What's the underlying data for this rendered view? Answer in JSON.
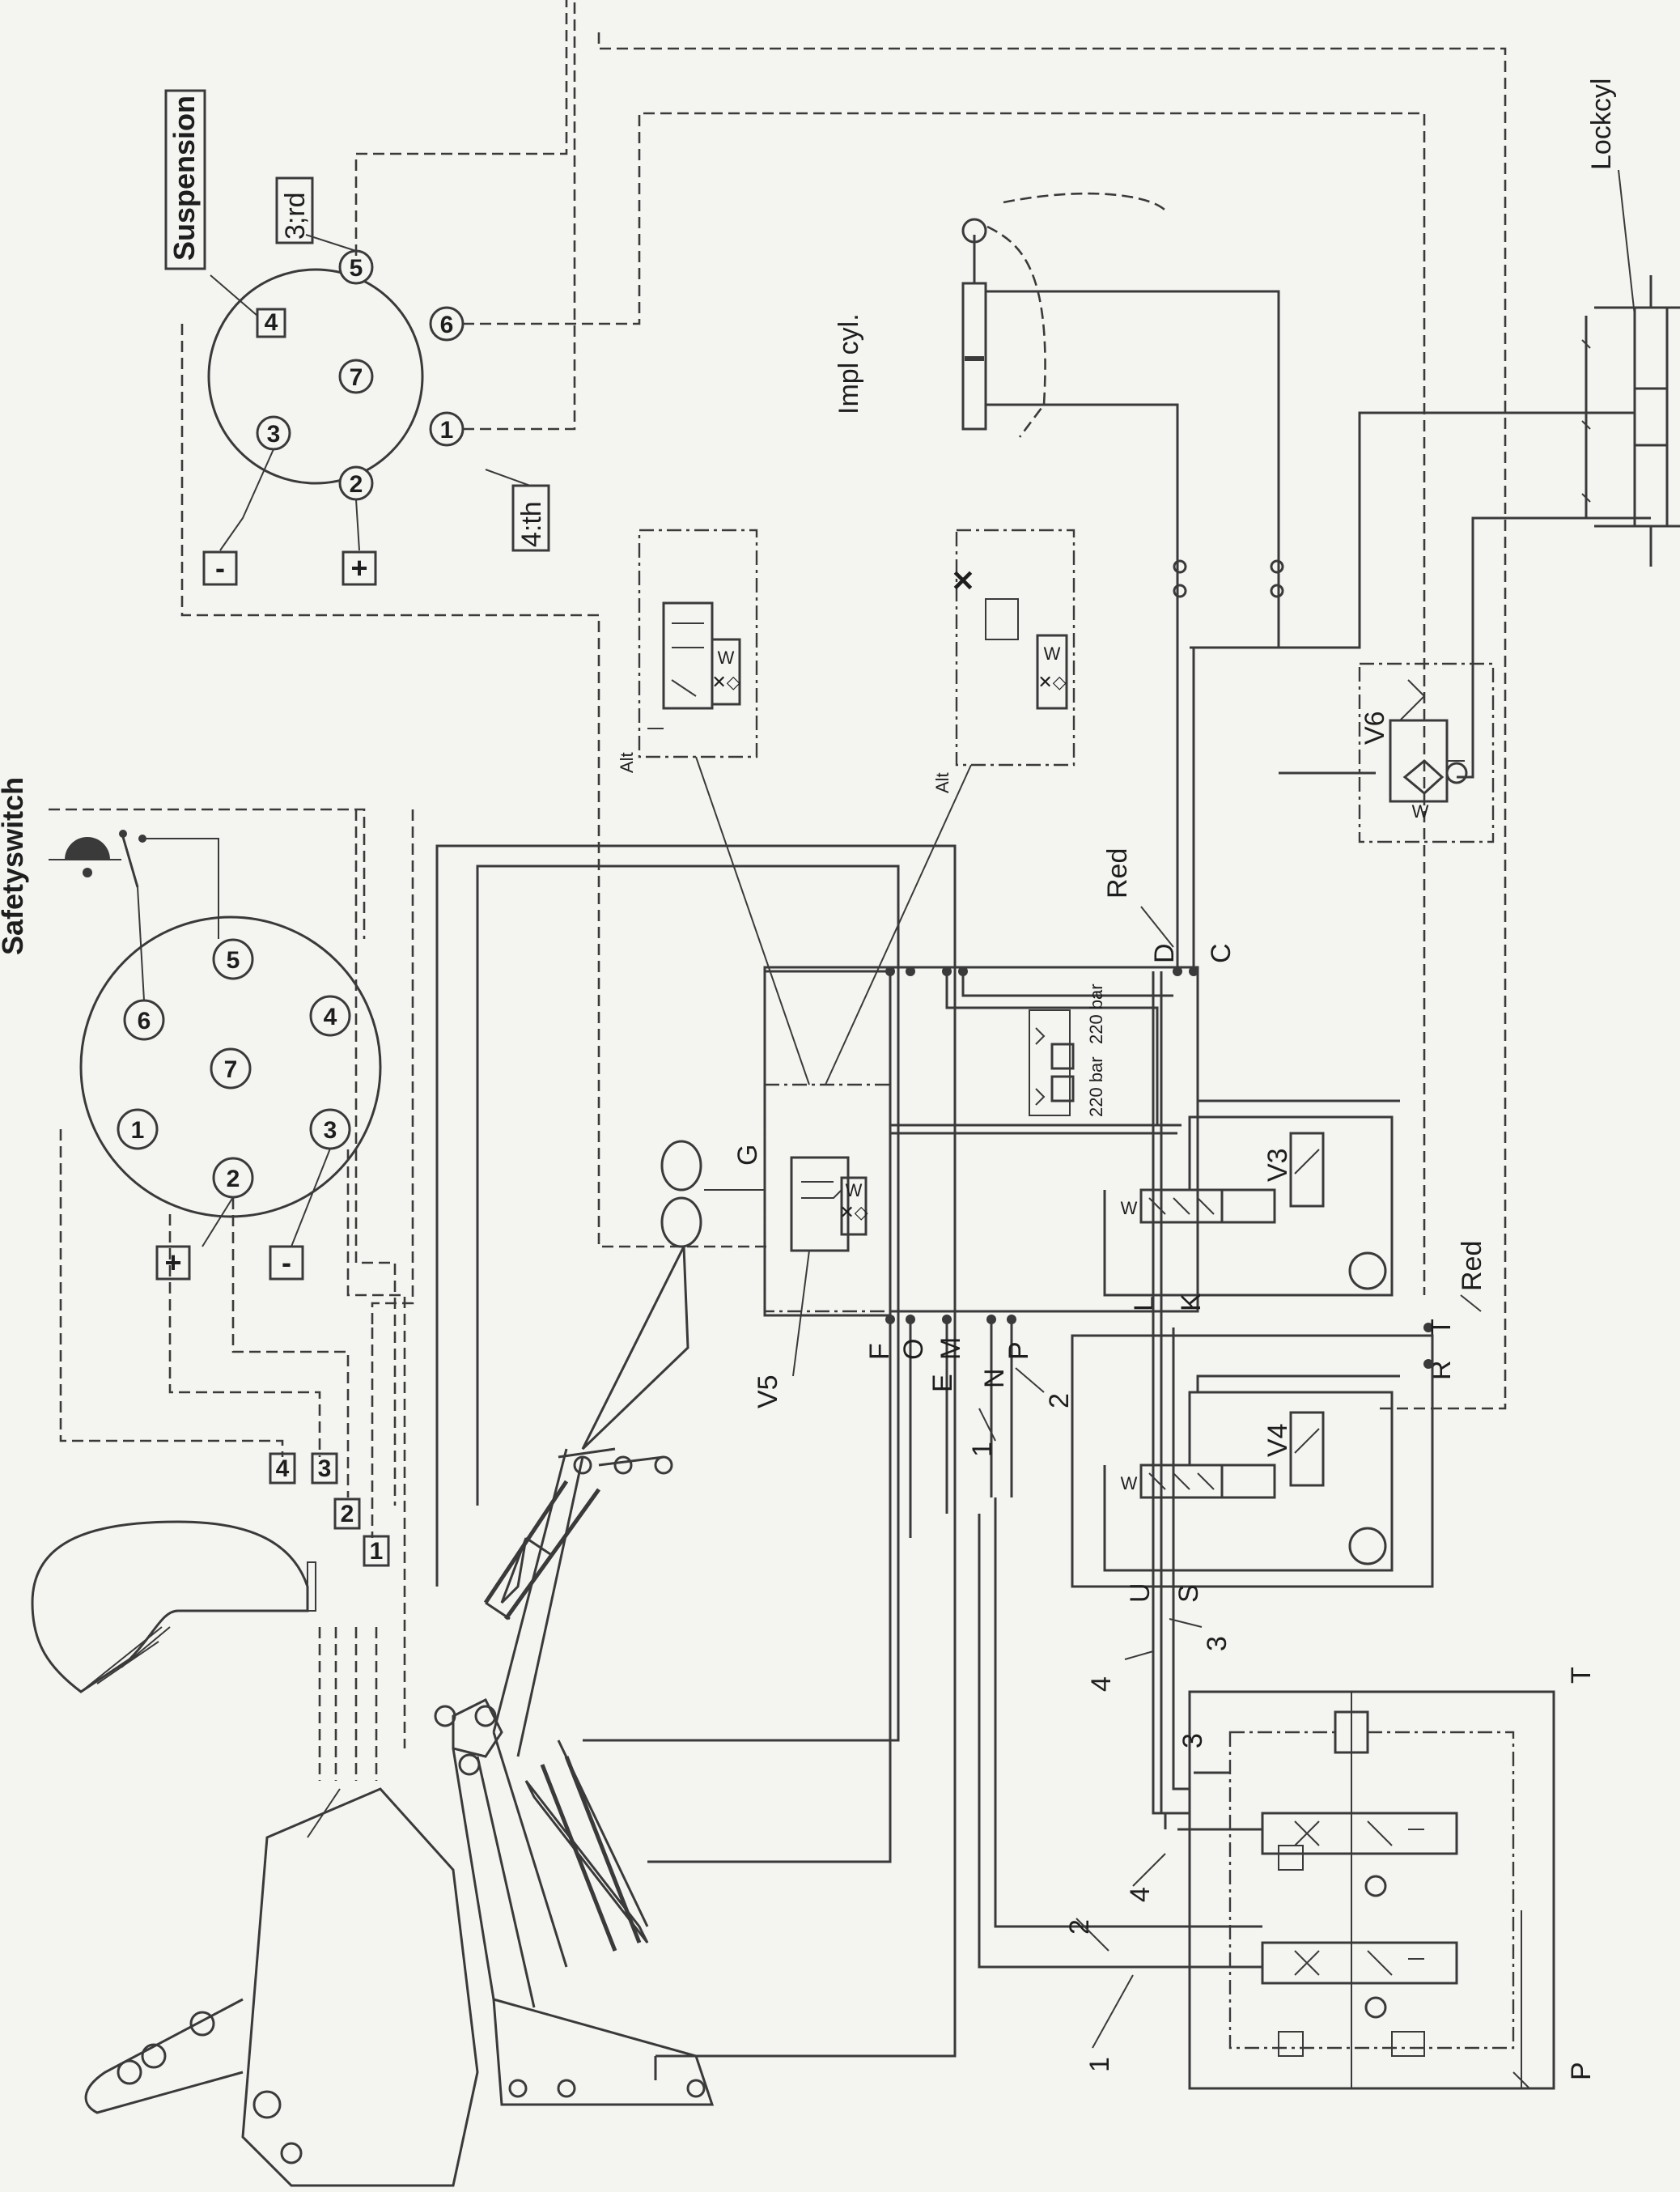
{
  "labels": {
    "safety_switch": "Safetyswitch",
    "suspension": "Suspension",
    "lock_cyl": "Lockcyl",
    "impl_cyl": "Impl cyl.",
    "alt_top": "Alt",
    "alt_mid": "Alt",
    "third": "3;rd",
    "fourth": "4:th",
    "red_upper": "Red",
    "red_lower": "Red",
    "relief_left": "220 bar",
    "relief_right": "220 bar"
  },
  "valves": {
    "v3": "V3",
    "v4": "V4",
    "v5": "V5",
    "v6": "V6"
  },
  "ports": {
    "d": "D",
    "c": "C",
    "g": "G",
    "f": "F",
    "o": "O",
    "e": "E",
    "m": "M",
    "n": "N",
    "p": "P",
    "l": "L",
    "k": "K",
    "t": "T",
    "r": "R",
    "u": "U",
    "s": "S",
    "t2": "T",
    "p2": "P"
  },
  "line_numbers": {
    "n1": "1",
    "n2": "2",
    "n3": "3",
    "n4": "4",
    "n1b": "1",
    "n2b": "2",
    "n3b": "3",
    "n4b": "4"
  },
  "safety_connector": {
    "pins": [
      "1",
      "2",
      "3",
      "4",
      "5",
      "6",
      "7"
    ],
    "plus": "+",
    "minus": "-"
  },
  "suspension_connector": {
    "pins": [
      "1",
      "2",
      "3",
      "4",
      "5",
      "6",
      "7"
    ],
    "plus": "+",
    "minus": "-"
  },
  "joystick_terminals": [
    "1",
    "2",
    "3",
    "4"
  ],
  "spring_mark": "W"
}
